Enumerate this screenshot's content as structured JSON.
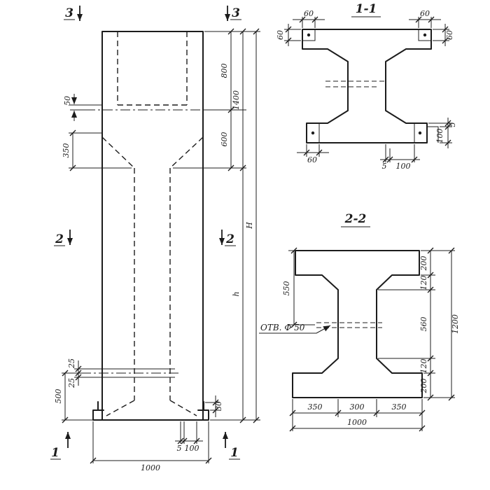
{
  "drawing": {
    "background": "#ffffff",
    "ink": "#1c1c1c"
  },
  "elevation": {
    "markers": {
      "m3": "3",
      "m2": "2",
      "m1": "1"
    },
    "dims": {
      "d50": "50",
      "d350": "350",
      "d800": "800",
      "d1400": "1400",
      "d600": "600",
      "dH": "H",
      "dh": "h",
      "d500": "500",
      "d25a": "25",
      "d25b": "25",
      "d30": "30",
      "d5": "5",
      "d100": "100",
      "d1000": "1000"
    }
  },
  "section1": {
    "title": "1-1",
    "dims": {
      "tl60w": "60",
      "tl60h": "60",
      "tr60w": "60",
      "tr60h": "60",
      "bl60": "60",
      "b5": "5",
      "b100": "100",
      "r5": "5",
      "r100": "100"
    }
  },
  "section2": {
    "title": "2-2",
    "hole_label": "ОТВ. Ф 50",
    "dims": {
      "d550": "550",
      "d200a": "200",
      "d120a": "120",
      "d560": "560",
      "d120b": "120",
      "d200b": "200",
      "d1200": "1200",
      "d350a": "350",
      "d300": "300",
      "d350b": "350",
      "d1000": "1000"
    }
  }
}
